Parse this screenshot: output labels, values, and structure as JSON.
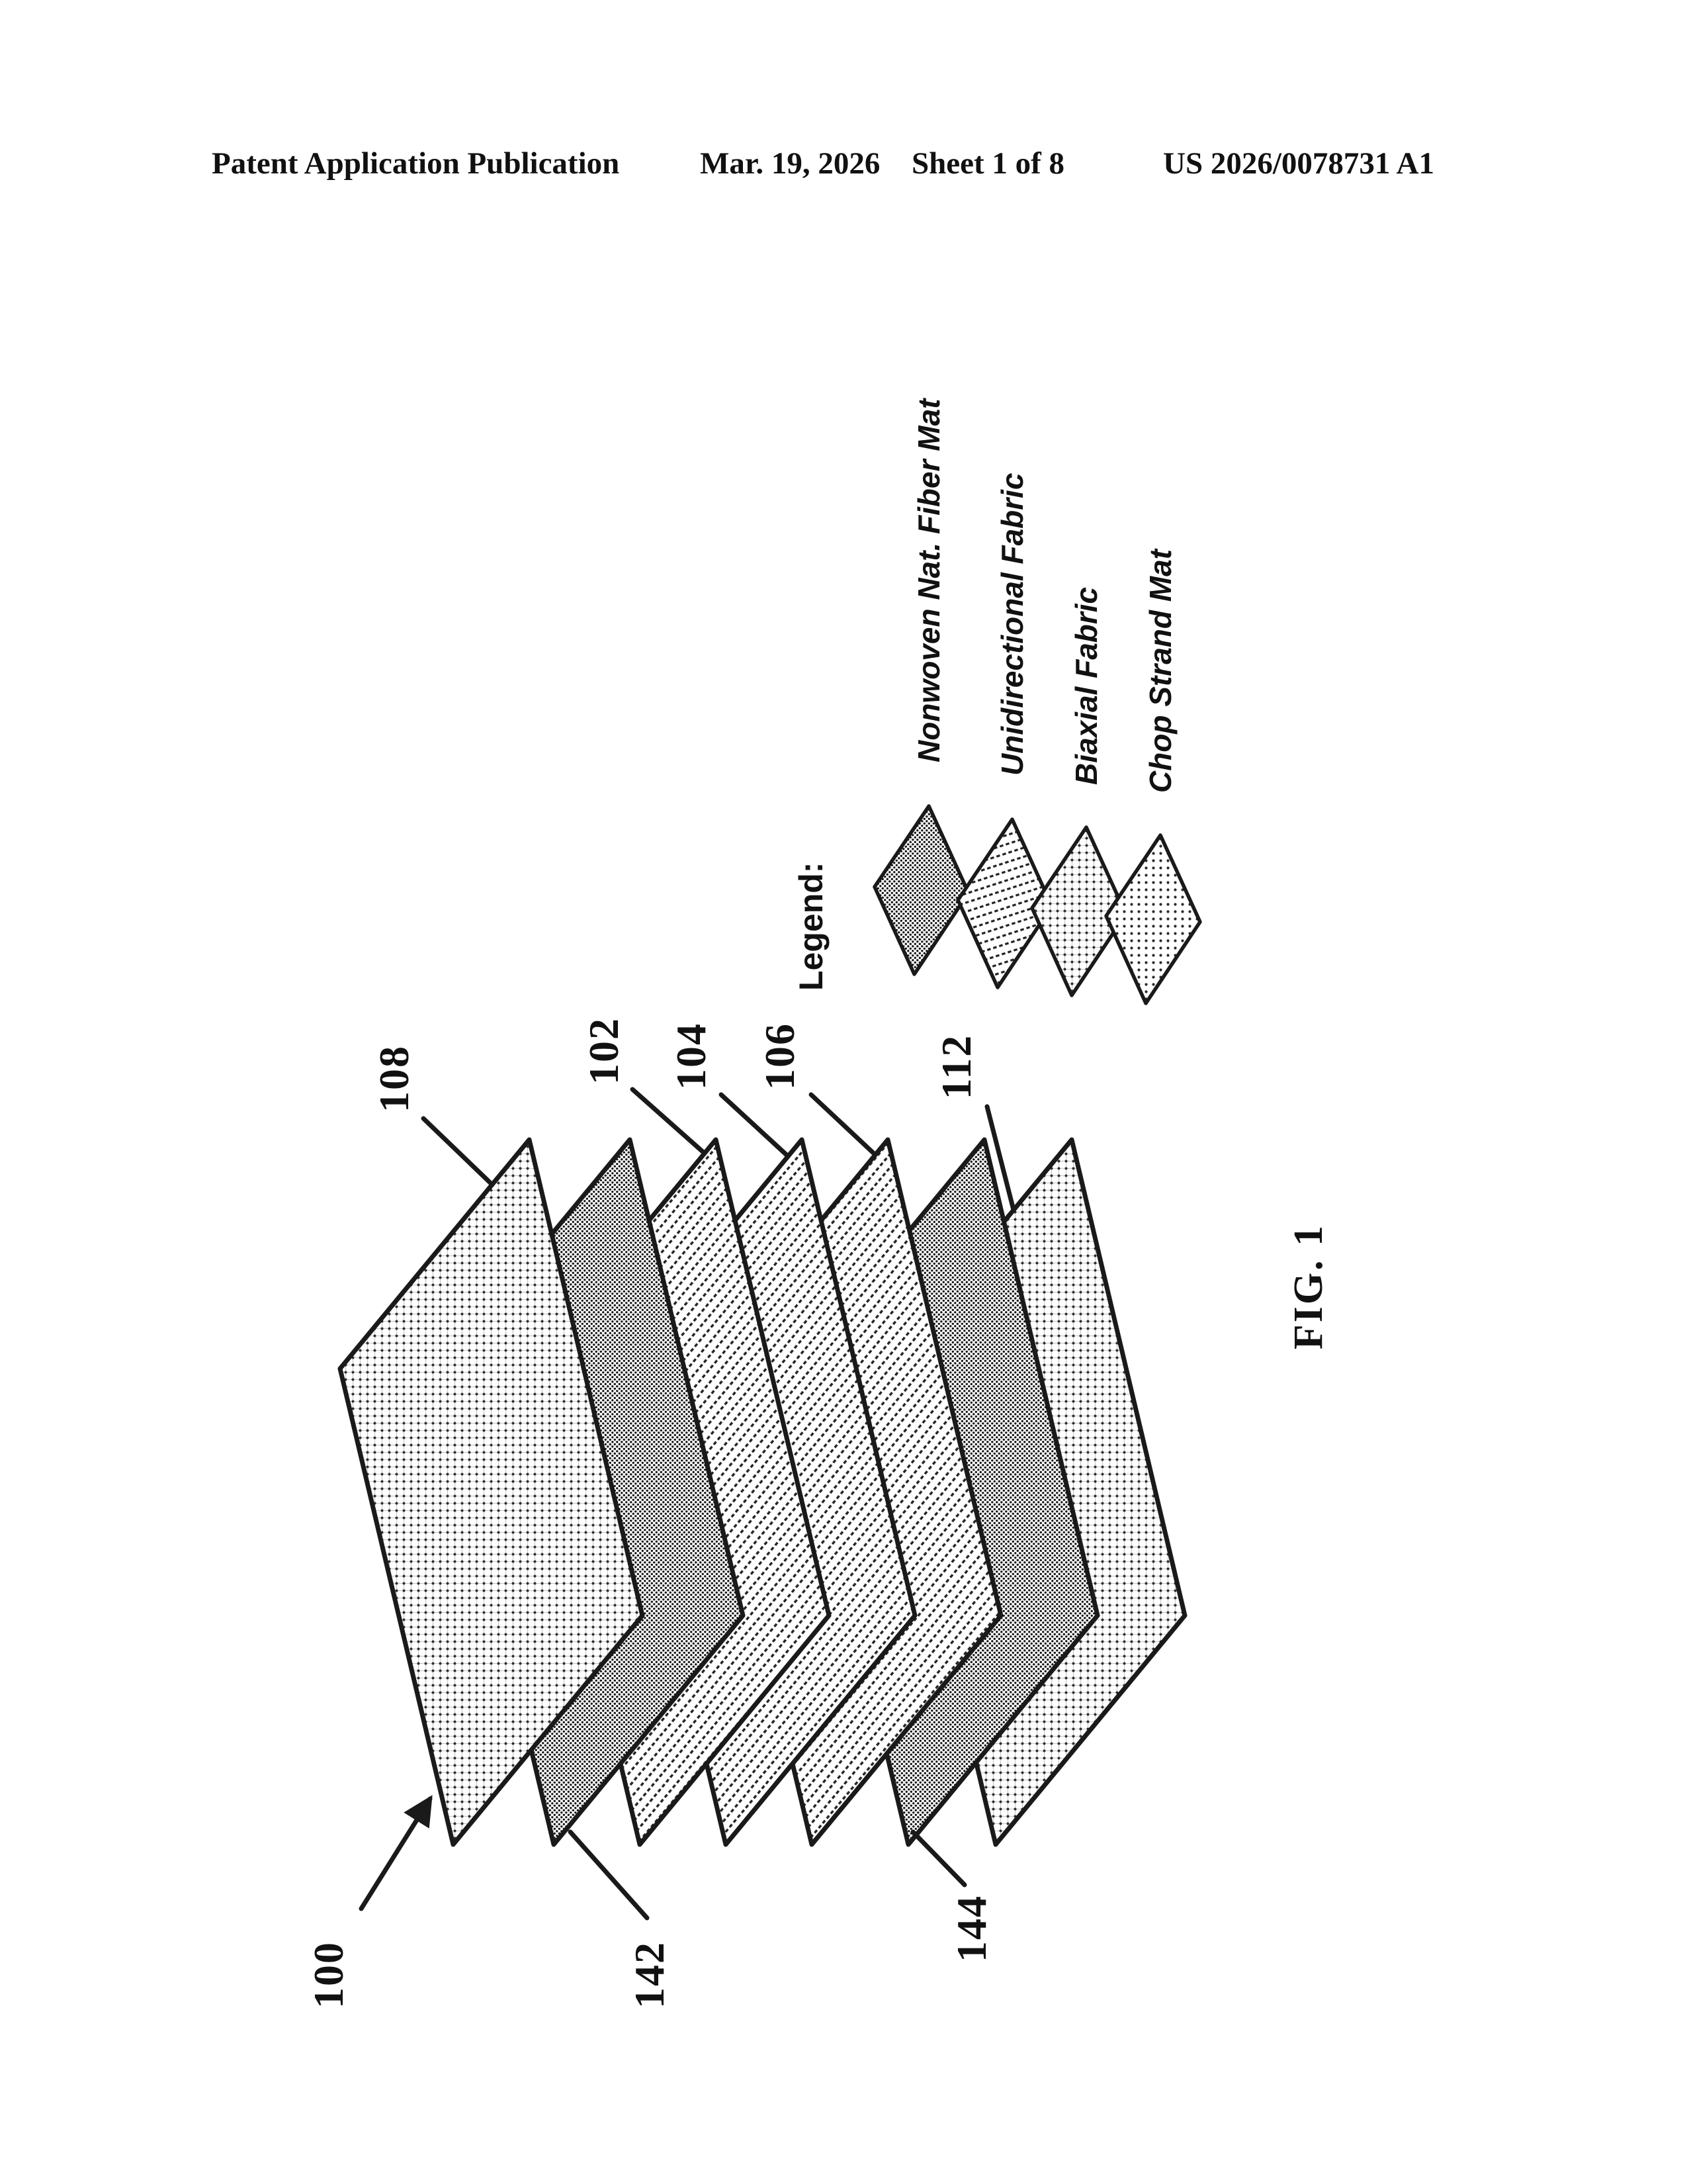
{
  "header": {
    "publication": "Patent Application Publication",
    "date": "Mar. 19, 2026",
    "sheet": "Sheet 1 of 8",
    "doc_number": "US 2026/0078731 A1"
  },
  "figure": {
    "caption": "FIG. 1",
    "assembly_ref": "100",
    "layers": [
      {
        "ref": "108",
        "pattern": "dot-grid",
        "label_position": "top"
      },
      {
        "ref": "142",
        "pattern": "dark-dots",
        "label_position": "bottom"
      },
      {
        "ref": "102",
        "pattern": "diagonal-dash",
        "label_position": "top"
      },
      {
        "ref": "104",
        "pattern": "diagonal-dash",
        "label_position": "top"
      },
      {
        "ref": "106",
        "pattern": "diagonal-dash",
        "label_position": "top"
      },
      {
        "ref": "144",
        "pattern": "dark-dots",
        "label_position": "bottom"
      },
      {
        "ref": "112",
        "pattern": "dot-grid",
        "label_position": "top"
      }
    ]
  },
  "legend": {
    "title": "Legend:",
    "entries": [
      {
        "label": "Nonwoven Nat. Fiber Mat",
        "pattern": "dark-dots"
      },
      {
        "label": "Unidirectional Fabric",
        "pattern": "diagonal-dash"
      },
      {
        "label": "Biaxial Fabric",
        "pattern": "dot-grid"
      },
      {
        "label": "Chop Strand Mat",
        "pattern": "dots"
      }
    ]
  },
  "drawing": {
    "ink": "#1a1a1a",
    "paper": "#ffffff"
  }
}
